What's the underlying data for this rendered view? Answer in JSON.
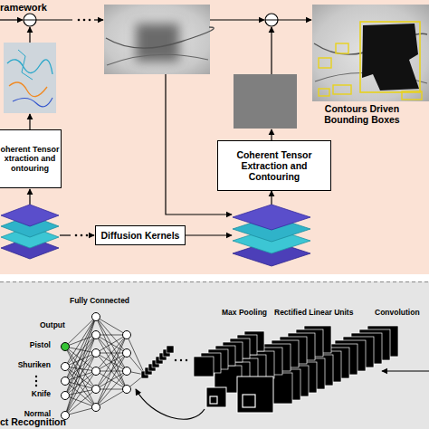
{
  "diagram": {
    "nodes": [
      {
        "text": [
          "oherent Tensor xtraction and ontouring"
        ]
      },
      {
        "text": [
          "Coherent Tensor Extraction and Contouring"
        ]
      },
      {
        "text": [
          "Diffusion Kernels"
        ]
      }
    ],
    "labels": [
      "ramework",
      "Contours Driven Bounding Boxes",
      "ct Recognition",
      "Fully Connected",
      "Output",
      "Pistol",
      "Shuriken",
      "Knife",
      "Normal",
      "Max Pooling",
      "Rectified Linear Units",
      "Convolution"
    ]
  }
}
